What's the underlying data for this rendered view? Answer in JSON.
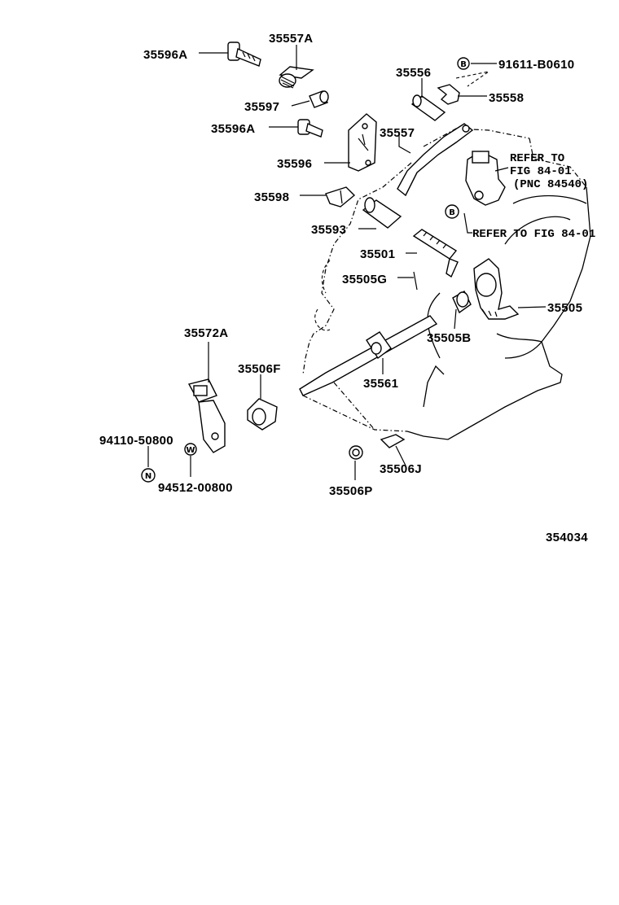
{
  "labels": {
    "p35596A_top": "35596A",
    "p35557A": "35557A",
    "p35597": "35597",
    "p35596A_mid": "35596A",
    "p35596": "35596",
    "p35598": "35598",
    "p35556": "35556",
    "p35558": "35558",
    "p35557": "35557",
    "p91611": "91611-B0610",
    "p35593": "35593",
    "p35501": "35501",
    "p35505G": "35505G",
    "p35505": "35505",
    "p35505B": "35505B",
    "p35572A": "35572A",
    "p35506F": "35506F",
    "p35561": "35561",
    "p94110": "94110-50800",
    "p94512": "94512-00800",
    "p35506J": "35506J",
    "p35506P": "35506P",
    "fig_id": "354034"
  },
  "refs": {
    "refer_line1": "REFER TO",
    "refer_line2": "FIG 84-01",
    "refer_line3": "(PNC 84540)",
    "refer_b": "REFER TO FIG 84-01"
  },
  "markers": {
    "B": "B",
    "N": "N",
    "W": "W"
  }
}
